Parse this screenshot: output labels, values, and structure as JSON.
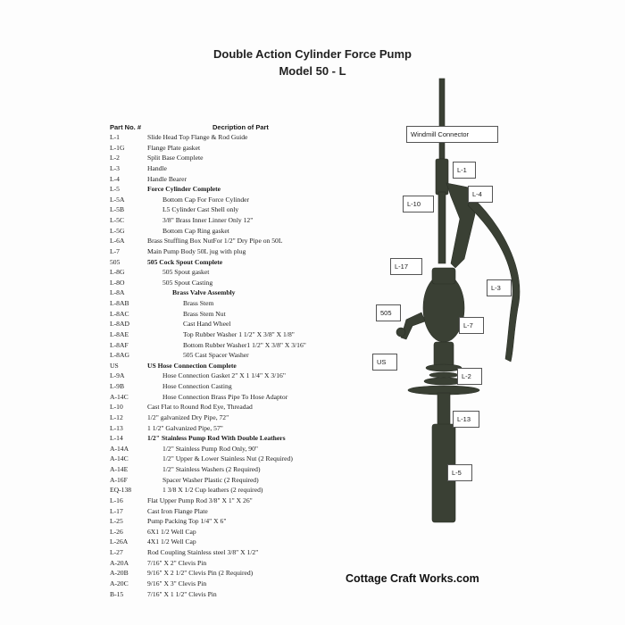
{
  "title": {
    "line1": "Double Action Cylinder Force Pump",
    "line2": "Model 50 - L"
  },
  "table": {
    "col_part": "Part No. #",
    "col_desc": "Decription of Part",
    "rows": [
      {
        "part": "L-1",
        "desc": "Slide Head   Top Flange & Rod Guide",
        "indent": 0,
        "bold": false
      },
      {
        "part": "L-1G",
        "desc": "Flange Plate gasket",
        "indent": 0,
        "bold": false
      },
      {
        "part": "L-2",
        "desc": "Split Base Complete",
        "indent": 0,
        "bold": false
      },
      {
        "part": "L-3",
        "desc": "Handle",
        "indent": 0,
        "bold": false
      },
      {
        "part": "L-4",
        "desc": "Handle Bearer",
        "indent": 0,
        "bold": false
      },
      {
        "part": "L-5",
        "desc": "Force Cylinder Complete",
        "indent": 0,
        "bold": true
      },
      {
        "part": "L-5A",
        "desc": "Bottom Cap For Force Cylinder",
        "indent": 1,
        "bold": false
      },
      {
        "part": "L-5B",
        "desc": "L5 Cylinder Cast Shell only",
        "indent": 1,
        "bold": false
      },
      {
        "part": "L-5C",
        "desc": "3/8\" Brass Inner Linner Only 12\"",
        "indent": 1,
        "bold": false
      },
      {
        "part": "L-5G",
        "desc": "Bottom Cap Ring gasket",
        "indent": 1,
        "bold": false
      },
      {
        "part": "L-6A",
        "desc": "Brass Stuffling Box NutFor 1/2\" Dry Pipe on 50L",
        "indent": 0,
        "bold": false
      },
      {
        "part": "L-7",
        "desc": "Main Pump Body  50L jug with plug",
        "indent": 0,
        "bold": false
      },
      {
        "part": "505",
        "desc": "505 Cock Spout Complete",
        "indent": 0,
        "bold": true
      },
      {
        "part": "L-8G",
        "desc": "505 Spout gasket",
        "indent": 1,
        "bold": false
      },
      {
        "part": "L-8O",
        "desc": "505 Spout Casting",
        "indent": 1,
        "bold": false
      },
      {
        "part": "L-8A",
        "desc": "Brass Valve Assembly",
        "indent": 3,
        "bold": true
      },
      {
        "part": "L-8AB",
        "desc": "Brass Stem",
        "indent": 2,
        "bold": false
      },
      {
        "part": "L-8AC",
        "desc": "Brass Stem Nut",
        "indent": 2,
        "bold": false
      },
      {
        "part": "L-8AD",
        "desc": "Cast Hand Wheel",
        "indent": 2,
        "bold": false
      },
      {
        "part": "L-8AE",
        "desc": "Top Rubber Washer 1 1/2\" X 3/8\" X 1/8\"",
        "indent": 2,
        "bold": false
      },
      {
        "part": "L-8AF",
        "desc": "Bottom Rubber Washer1 1/2\" X 3/8\" X 3/16\"",
        "indent": 2,
        "bold": false
      },
      {
        "part": "L-8AG",
        "desc": "505 Cast Spacer Washer",
        "indent": 2,
        "bold": false
      },
      {
        "part": "US",
        "desc": "US Hose Connection Complete",
        "indent": 0,
        "bold": true
      },
      {
        "part": "L-9A",
        "desc": "Hose Connection Gasket 2\" X 1 1/4\" X 3/16\"",
        "indent": 1,
        "bold": false
      },
      {
        "part": "L-9B",
        "desc": "Hose Connection Casting",
        "indent": 1,
        "bold": false
      },
      {
        "part": "A-14C",
        "desc": "Hose Connection Brass Pipe To Hose Adaptor",
        "indent": 1,
        "bold": false
      },
      {
        "part": "L-10",
        "desc": "Cast Flat to Round Rod Eye, Threadad",
        "indent": 0,
        "bold": false
      },
      {
        "part": "L-12",
        "desc": "1/2\" galvanized Dry Pipe, 72\"",
        "indent": 0,
        "bold": false
      },
      {
        "part": "L-13",
        "desc": "1 1/2\" Galvanized Pipe, 57\"",
        "indent": 0,
        "bold": false
      },
      {
        "part": "L-14",
        "desc": "1/2\" Stainless Pump Rod With Double Leathers",
        "indent": 0,
        "bold": true
      },
      {
        "part": "A-14A",
        "desc": "1/2\" Stainless Pump Rod Only, 90\"",
        "indent": 1,
        "bold": false
      },
      {
        "part": "A-14C",
        "desc": "1/2\" Upper & Lower Stainless Nut  (2 Required)",
        "indent": 1,
        "bold": false
      },
      {
        "part": "A-14E",
        "desc": "1/2\" Stainless Washers  (2 Required)",
        "indent": 1,
        "bold": false
      },
      {
        "part": "A-16F",
        "desc": "Spacer Washer  Plastic  (2 Required)",
        "indent": 1,
        "bold": false
      },
      {
        "part": "EQ-138",
        "desc": "1 3/8 X 1/2 Cup leathers (2 required)",
        "indent": 1,
        "bold": false
      },
      {
        "part": "L-16",
        "desc": "Flat Upper Pump Rod  3/8\" X 1\" X 26\"",
        "indent": 0,
        "bold": false
      },
      {
        "part": "L-17",
        "desc": "Cast Iron Flange Plate",
        "indent": 0,
        "bold": false
      },
      {
        "part": "L-25",
        "desc": "Pump Packing Top 1/4\" X 6\"",
        "indent": 0,
        "bold": false
      },
      {
        "part": "L-26",
        "desc": "6X1 1/2 Well Cap",
        "indent": 0,
        "bold": false
      },
      {
        "part": "L-26A",
        "desc": "4X1 1/2 Well Cap",
        "indent": 0,
        "bold": false
      },
      {
        "part": "L-27",
        "desc": "Rod Coupling Stainless steel  3/8\" X 1/2\"",
        "indent": 0,
        "bold": false
      },
      {
        "part": "A-20A",
        "desc": "7/16\" X 2\" Clevis Pin",
        "indent": 0,
        "bold": false
      },
      {
        "part": "A-20B",
        "desc": "9/16\" X 2 1/2\" Clevis Pin (2 Required)",
        "indent": 0,
        "bold": false
      },
      {
        "part": "A-20C",
        "desc": "9/16\" X 3\" Clevis Pin",
        "indent": 0,
        "bold": false
      },
      {
        "part": "B-15",
        "desc": "7/16\" X 1 1/2\" Clevis Pin",
        "indent": 0,
        "bold": false
      }
    ]
  },
  "diagram_labels": {
    "windmill": "Windmill Connector",
    "l1": "L-1",
    "l4": "L-4",
    "l10": "L-10",
    "l17": "L-17",
    "l3": "L-3",
    "s505": "505",
    "l7": "L-7",
    "us": "US",
    "l2": "L-2",
    "l13": "L-13",
    "l5": "L-5"
  },
  "footer": "Cottage Craft Works.com",
  "colors": {
    "pump": "#3a4034",
    "label_border": "#555555"
  }
}
